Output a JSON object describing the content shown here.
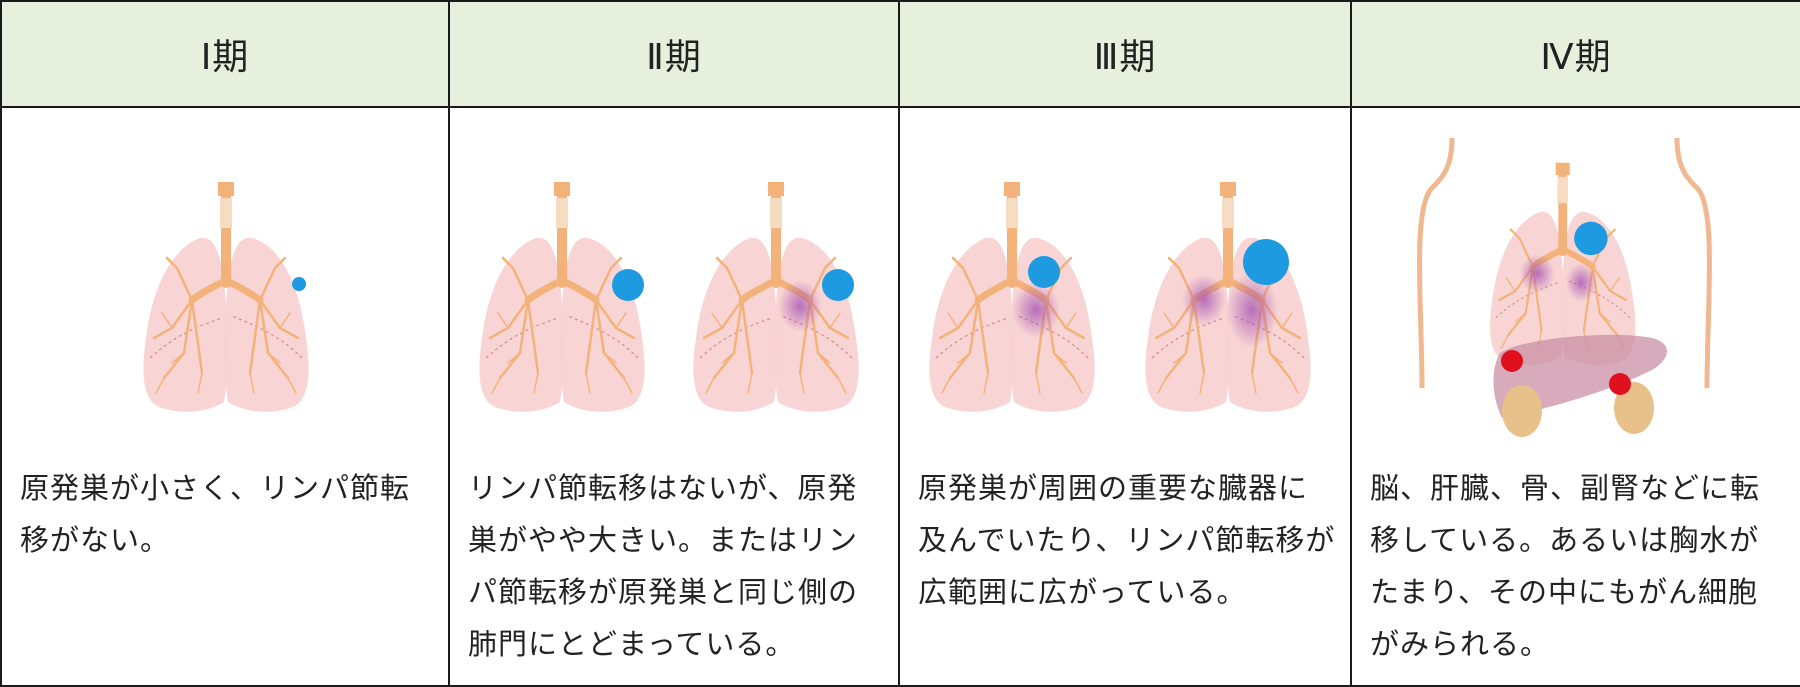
{
  "stages": [
    {
      "label": "Ⅰ期",
      "description": "原発巣が小さく、リンパ節転移がない。"
    },
    {
      "label": "Ⅱ期",
      "description": "リンパ節転移はないが、原発巣がやや大きい。またはリンパ節転移が原発巣と同じ側の肺門にとどまっている。"
    },
    {
      "label": "Ⅲ期",
      "description": "原発巣が周囲の重要な臓器に及んでいたり、リンパ節転移が広範囲に広がっている。"
    },
    {
      "label": "Ⅳ期",
      "description": "脳、肝臓、骨、副腎などに転移している。あるいは胸水がたまり、その中にもがん細胞がみられる。"
    }
  ],
  "colors": {
    "header_bg": "#e6f0dd",
    "lung_fill": "#f7d0cf",
    "bronchus": "#f2b27a",
    "tumor": "#1e9be0",
    "lymph_spread": "#a24bb0",
    "metastasis": "#e0101e",
    "liver": "#c98fa4",
    "kidney": "#e8c08a"
  }
}
